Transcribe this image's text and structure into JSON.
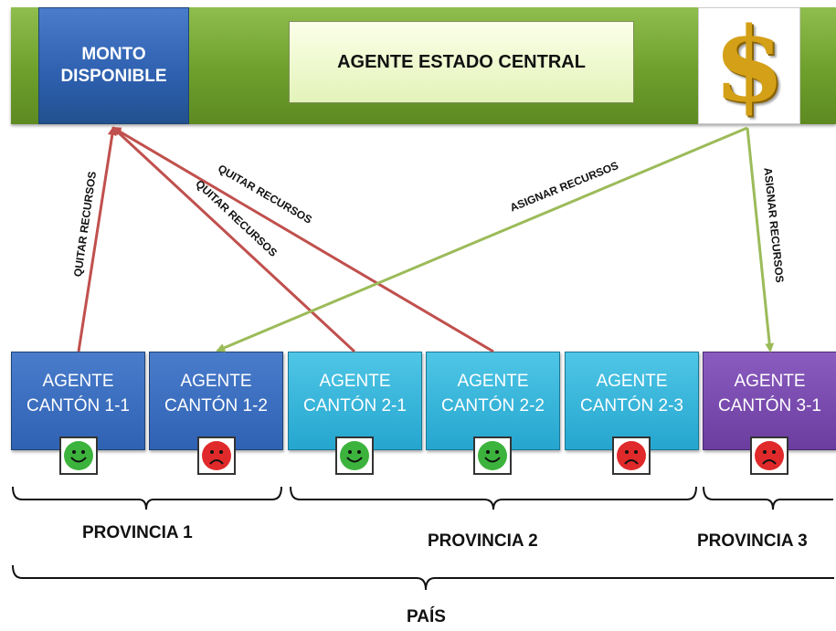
{
  "header": {
    "monto_label": "MONTO\nDISPONIBLE",
    "central_label": "AGENTE ESTADO CENTRAL",
    "dollar_symbol": "$"
  },
  "agents": [
    {
      "label": "AGENTE\nCANTÓN 1-1",
      "color": "blue",
      "status": "happy"
    },
    {
      "label": "AGENTE\nCANTÓN 1-2",
      "color": "blue",
      "status": "sad"
    },
    {
      "label": "AGENTE\nCANTÓN 2-1",
      "color": "cyan",
      "status": "happy"
    },
    {
      "label": "AGENTE\nCANTÓN 2-2",
      "color": "cyan",
      "status": "happy"
    },
    {
      "label": "AGENTE\nCANTÓN 2-3",
      "color": "cyan",
      "status": "sad"
    },
    {
      "label": "AGENTE\nCANTÓN 3-1",
      "color": "purple",
      "status": "sad"
    }
  ],
  "arrows": {
    "quitar": "QUITAR RECURSOS",
    "asignar": "ASIGNAR RECURSOS"
  },
  "groups": {
    "provincia1": "PROVINCIA 1",
    "provincia2": "PROVINCIA 2",
    "provincia3": "PROVINCIA 3",
    "pais": "PAÍS"
  },
  "colors": {
    "quitar_arrow": "#c0504d",
    "asignar_arrow": "#9bbb59",
    "happy": "#3cb33c",
    "sad": "#e0292a"
  }
}
